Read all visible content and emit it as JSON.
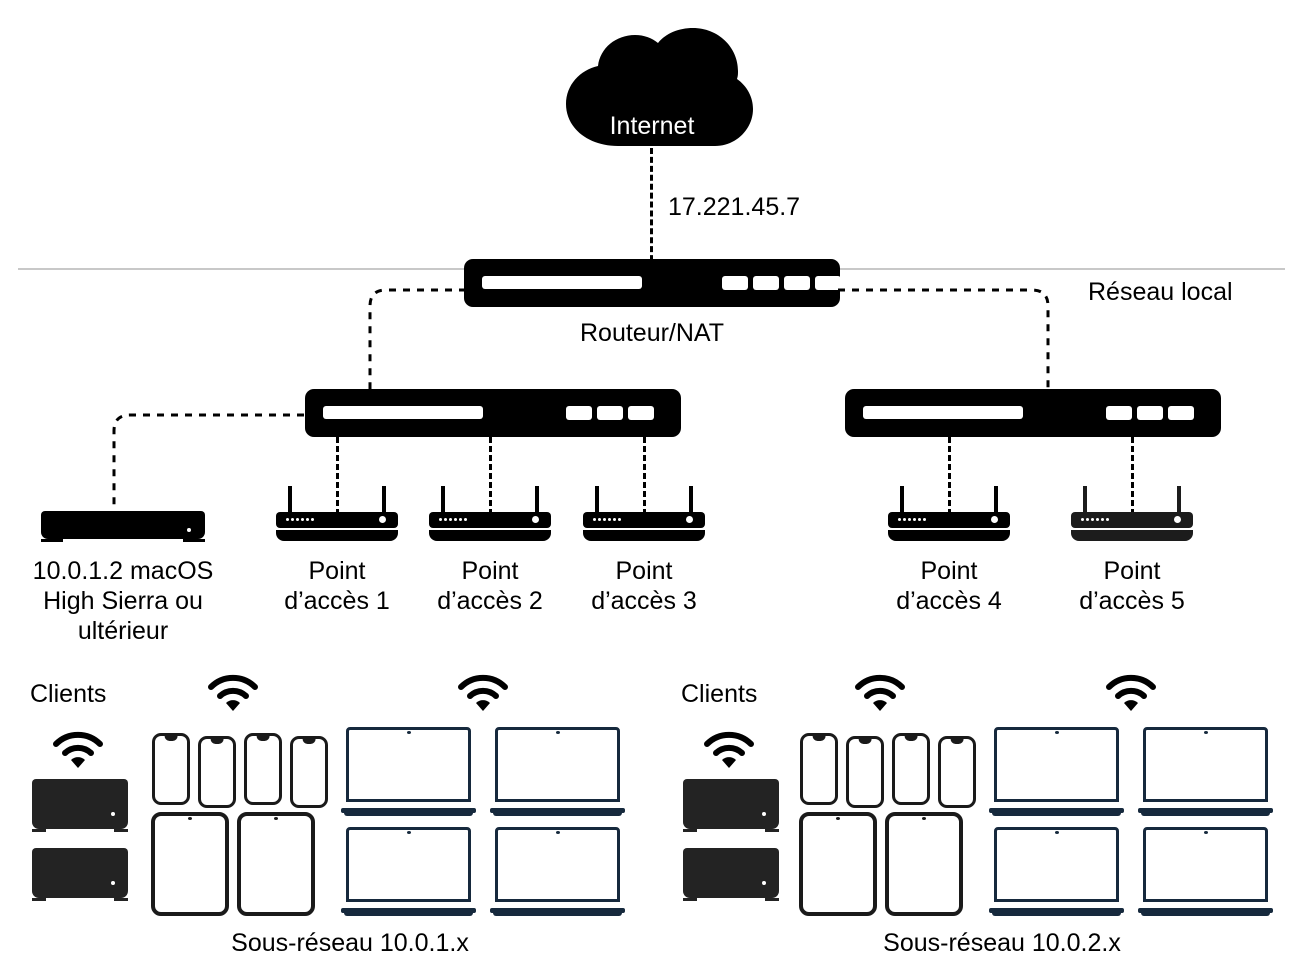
{
  "diagram": {
    "title": "Network topology diagram",
    "language": "fr",
    "colors": {
      "black": "#000000",
      "device_dark": "#1c1c1c",
      "client_dark": "#232323",
      "laptop_navy": "#16293d",
      "rule_gray": "#c8c8c8",
      "background": "#ffffff"
    }
  },
  "internet": {
    "label": "Internet",
    "wan_ip": "17.221.45.7"
  },
  "local_network": {
    "label": "Réseau local"
  },
  "router": {
    "label": "Routeur/NAT",
    "port_count": 4
  },
  "switches": [
    {
      "name": "switch-left",
      "port_count": 3
    },
    {
      "name": "switch-right",
      "port_count": 3
    }
  ],
  "server": {
    "label": "10.0.1.2 macOS\nHigh Sierra ou\nultérieur",
    "ip": "10.0.1.2",
    "os": "macOS High Sierra ou ultérieur"
  },
  "access_points": [
    {
      "label": "Point\nd’accès 1",
      "number": 1,
      "subnet": "10.0.1.x"
    },
    {
      "label": "Point\nd’accès 2",
      "number": 2,
      "subnet": "10.0.1.x"
    },
    {
      "label": "Point\nd’accès 3",
      "number": 3,
      "subnet": "10.0.1.x"
    },
    {
      "label": "Point\nd’accès 4",
      "number": 4,
      "subnet": "10.0.2.x"
    },
    {
      "label": "Point\nd’accès 5",
      "number": 5,
      "subnet": "10.0.2.x"
    }
  ],
  "subnets": [
    {
      "name": "subnet-left",
      "label": "Sous-réseau 10.0.1.x",
      "clients_label": "Clients",
      "client_counts": {
        "mac_mini": 2,
        "phone": 4,
        "tablet": 2,
        "laptop": 4
      },
      "wifi_icons": 3
    },
    {
      "name": "subnet-right",
      "label": "Sous-réseau 10.0.2.x",
      "clients_label": "Clients",
      "client_counts": {
        "mac_mini": 2,
        "phone": 4,
        "tablet": 2,
        "laptop": 4
      },
      "wifi_icons": 3
    }
  ],
  "icons": {
    "cloud": "cloud-icon",
    "wifi": "wifi-icon",
    "router": "router-icon",
    "switch": "switch-icon",
    "access_point": "access-point-icon",
    "mac_mini": "mac-mini-icon",
    "phone": "phone-icon",
    "tablet": "tablet-icon",
    "laptop": "laptop-icon"
  }
}
